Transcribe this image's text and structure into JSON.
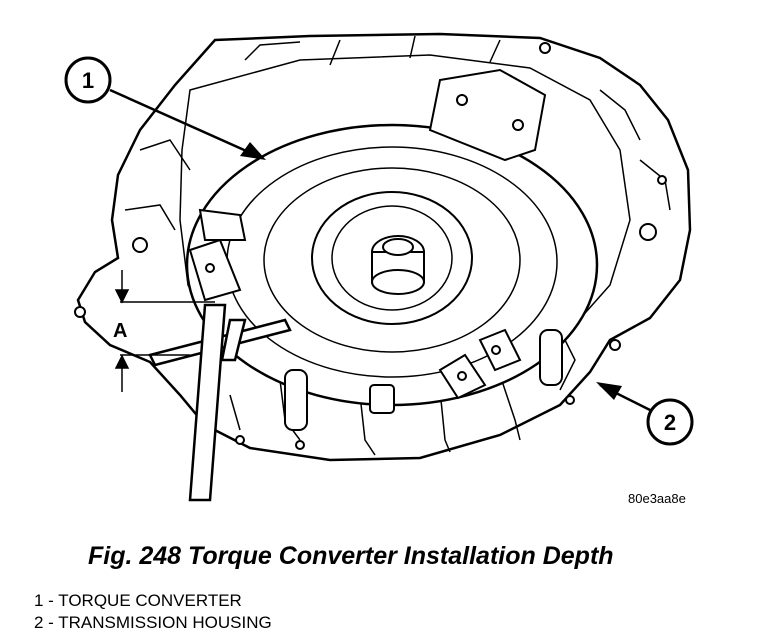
{
  "figure": {
    "callouts": [
      {
        "number": "1"
      },
      {
        "number": "2"
      }
    ],
    "dimension_label": "A",
    "image_code": "80e3aa8e",
    "caption": "Fig. 248 Torque Converter Installation Depth",
    "legend": [
      "1 - TORQUE CONVERTER",
      "2 - TRANSMISSION HOUSING"
    ]
  }
}
